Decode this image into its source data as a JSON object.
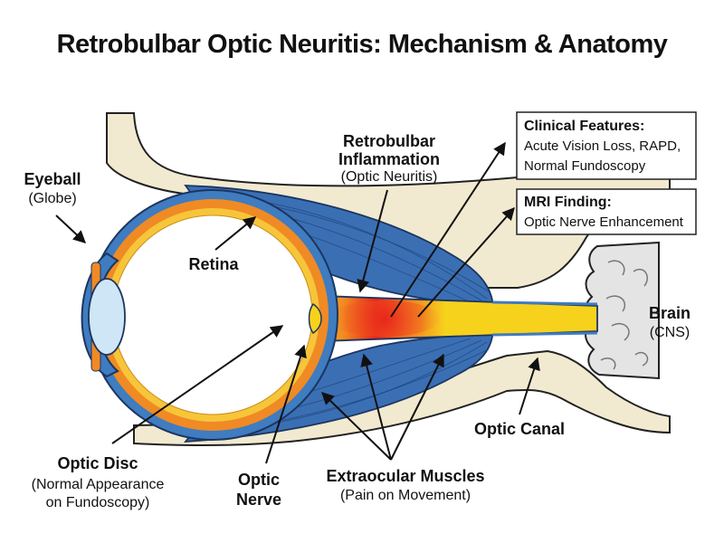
{
  "title": "Retrobulbar Optic Neuritis: Mechanism & Anatomy",
  "labels": {
    "eyeball": {
      "name": "Eyeball",
      "sub": "(Globe)"
    },
    "retina": {
      "name": "Retina"
    },
    "inflammation": {
      "line1": "Retrobulbar",
      "line2": "Inflammation",
      "sub": "(Optic Neuritis)"
    },
    "brain": {
      "name": "Brain",
      "sub": "(CNS)"
    },
    "optic_canal": {
      "name": "Optic Canal"
    },
    "optic_disc": {
      "name": "Optic Disc",
      "sub1": "(Normal Appearance",
      "sub2": "on Fundoscopy)"
    },
    "optic_nerve": {
      "line1": "Optic",
      "line2": "Nerve"
    },
    "muscles": {
      "name": "Extraocular Muscles",
      "sub": "(Pain on Movement)"
    }
  },
  "boxes": {
    "clinical": {
      "title": "Clinical Features:",
      "line1": "Acute Vision Loss, RAPD,",
      "line2": "Normal Fundoscopy"
    },
    "mri": {
      "title": "MRI Finding:",
      "line1": "Optic Nerve Enhancement"
    }
  },
  "colors": {
    "bone": "#f1ead0",
    "sclera": "#3f7cc0",
    "choroid": "#f08a24",
    "retina": "#f6c53a",
    "nerve": "#f7d21c",
    "inflammation": "#e8241c",
    "muscle": "#3a6fb4",
    "brain": "#e4e4e4",
    "lens": "#cfe6f6"
  }
}
